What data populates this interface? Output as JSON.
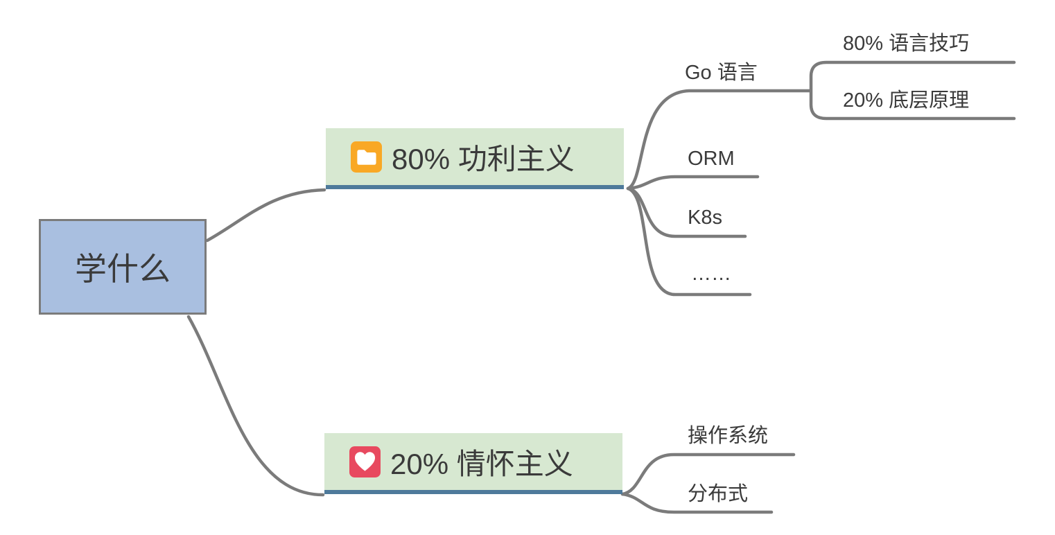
{
  "root": {
    "label": "学什么"
  },
  "branches": [
    {
      "label": "80% 功利主义",
      "icon": "folder-icon",
      "children": [
        {
          "label": "Go 语言",
          "children": [
            {
              "label": "80% 语言技巧"
            },
            {
              "label": "20% 底层原理"
            }
          ]
        },
        {
          "label": "ORM"
        },
        {
          "label": "K8s"
        },
        {
          "label": "……"
        }
      ]
    },
    {
      "label": "20% 情怀主义",
      "icon": "heart-icon",
      "children": [
        {
          "label": "操作系统"
        },
        {
          "label": "分布式"
        }
      ]
    }
  ],
  "colors": {
    "root_fill": "#a9bfe0",
    "root_border": "#7b7b7b",
    "branch_fill": "#d7e8d1",
    "branch_underline": "#4e7a9b",
    "connector": "#7b7b7b",
    "text": "#3a3a3a",
    "folder_icon": "#f9a825",
    "heart_icon": "#e8495f"
  }
}
